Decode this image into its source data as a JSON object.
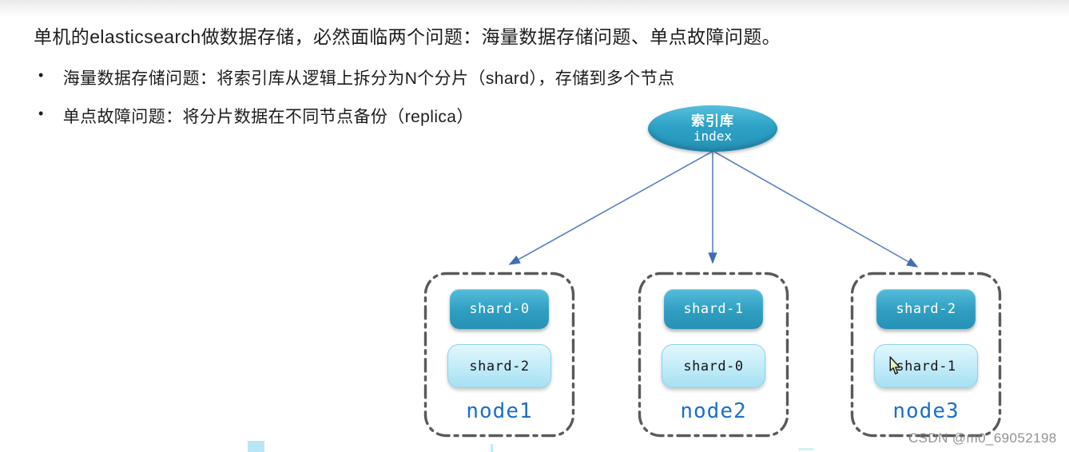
{
  "slide": {
    "title": "单机的elasticsearch做数据存储，必然面临两个问题：海量数据存储问题、单点故障问题。",
    "bullet_glyph": "•",
    "bullets": [
      "海量数据存储问题：将索引库从逻辑上拆分为N个分片（shard），存储到多个节点",
      "单点故障问题：将分片数据在不同节点备份（replica）"
    ]
  },
  "diagram": {
    "index_ellipse": {
      "label_cn": "索引库",
      "label_en": "index"
    },
    "nodes": [
      {
        "name": "node1",
        "primary_shard": "shard-0",
        "replica_shard": "shard-2"
      },
      {
        "name": "node2",
        "primary_shard": "shard-1",
        "replica_shard": "shard-0"
      },
      {
        "name": "node3",
        "primary_shard": "shard-2",
        "replica_shard": "shard-1"
      }
    ],
    "colors": {
      "primary_shard": "#2f9ec1",
      "replica_shard": "#c6edf9",
      "ellipse": "#2da2c6",
      "arrow": "#5b82c2",
      "node_border": "#5a5a5a",
      "node_label": "#1b6fcb"
    }
  },
  "watermark": "CSDN @m0_69052198"
}
